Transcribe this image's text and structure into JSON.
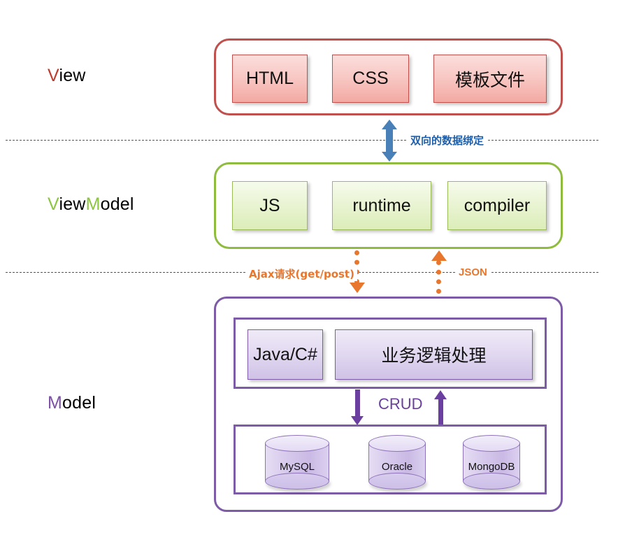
{
  "diagram": {
    "title": "MVVM architecture layers",
    "colors": {
      "view": "#c0504d",
      "viewmodel": "#8fbc3f",
      "model": "#7d5ba6",
      "binding_arrow": "#4a80b8",
      "ajax_arrow": "#e8762c",
      "crud_arrow": "#6a3fa0"
    }
  },
  "layers": {
    "view": {
      "label_accent": "V",
      "label_rest": "iew",
      "items": [
        {
          "label": "HTML"
        },
        {
          "label": "CSS"
        },
        {
          "label": "模板文件"
        }
      ]
    },
    "viewmodel": {
      "label_accent1": "V",
      "label_mid": "iew",
      "label_accent2": "M",
      "label_rest": "odel",
      "items": [
        {
          "label": "JS"
        },
        {
          "label": "runtime"
        },
        {
          "label": "compiler"
        }
      ]
    },
    "model": {
      "label_accent": "M",
      "label_rest": "odel",
      "logic_items": [
        {
          "label": "Java/C#"
        },
        {
          "label": "业务逻辑处理"
        }
      ],
      "databases": [
        {
          "label": "MySQL"
        },
        {
          "label": "Oracle"
        },
        {
          "label": "MongoDB"
        }
      ]
    }
  },
  "connections": {
    "binding": {
      "label": "双向的数据绑定",
      "direction": "bidirectional"
    },
    "ajax": {
      "label": "Ajax请求(get/post)",
      "direction": "down"
    },
    "json": {
      "label": "JSON",
      "direction": "up"
    },
    "crud": {
      "label": "CRUD",
      "direction": "bidirectional"
    }
  }
}
